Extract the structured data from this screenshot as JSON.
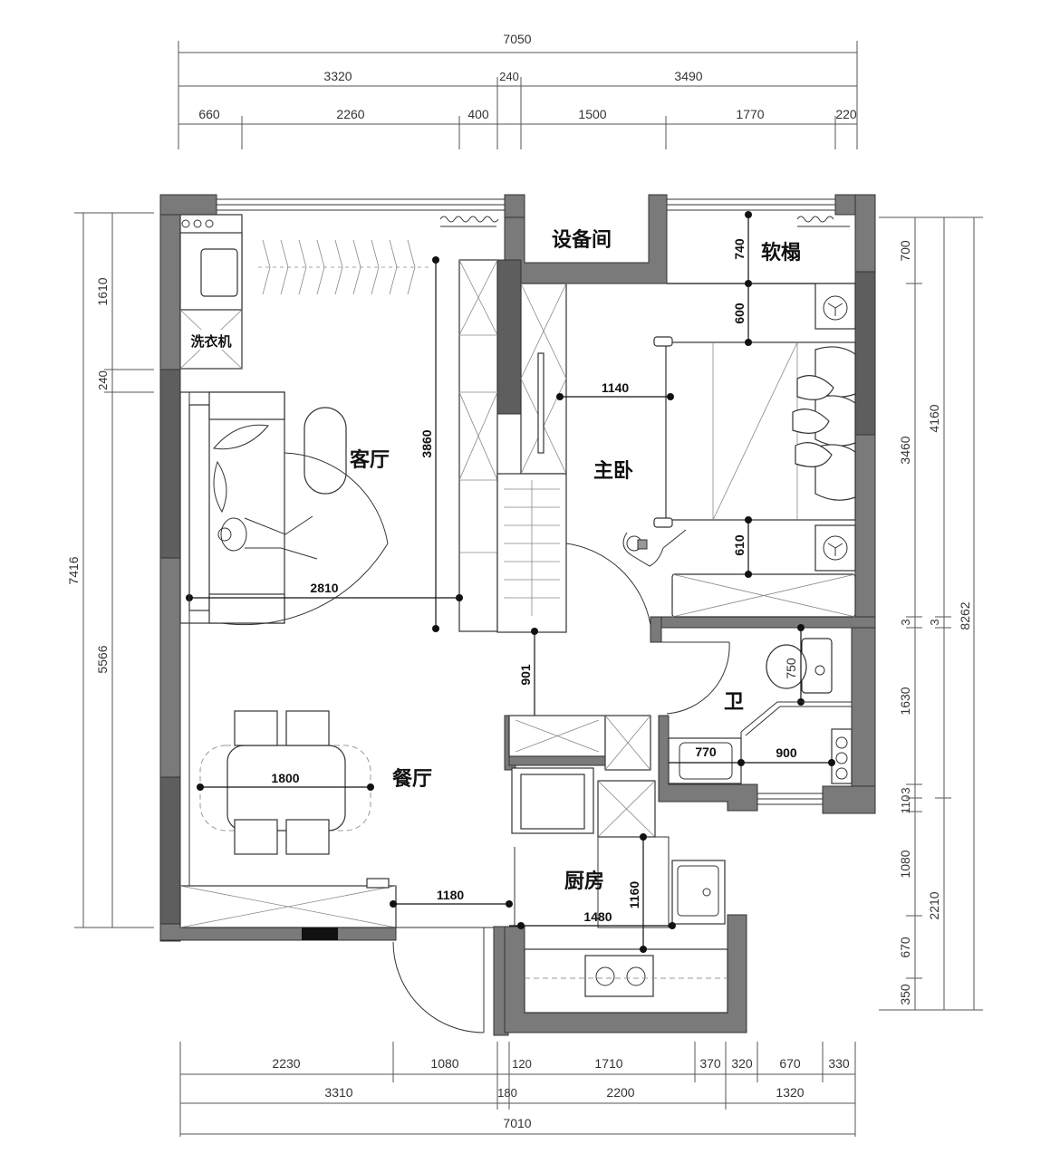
{
  "rooms": {
    "living": "客厅",
    "dining": "餐厅",
    "master_bedroom": "主卧",
    "equipment_room": "设备间",
    "tatami": "软榻",
    "bathroom": "卫",
    "kitchen": "厨房",
    "washer": "洗衣机"
  },
  "dims": {
    "top_total": "7050",
    "top_mid": [
      "3320",
      "240",
      "3490"
    ],
    "top_inner": [
      "660",
      "2260",
      "400",
      "1500",
      "1770",
      "220"
    ],
    "bottom_total": "7010",
    "bottom_mid": [
      "3310",
      "180",
      "2200",
      "1320"
    ],
    "bottom_inner": [
      "2230",
      "1080",
      "120",
      "1710",
      "370",
      "320",
      "670",
      "330"
    ],
    "left_total": "7416",
    "left_parts": [
      "1610",
      "240",
      "5566"
    ],
    "right_total": "8262",
    "right_mid": [
      "4160",
      "3",
      "2210"
    ],
    "right_inner": [
      "700",
      "3460",
      "3",
      "1630",
      "3",
      "110",
      "1080",
      "670",
      "350"
    ]
  },
  "inner_dims": {
    "living_width": "2810",
    "living_depth": "3860",
    "bed_side": "1140",
    "tatami_depth": "740",
    "bedside_top": "600",
    "bedside_bottom": "610",
    "corridor": "901",
    "toilet": "750",
    "basin": "770",
    "shower": "900",
    "dining_table": "1800",
    "kitchen_door": "1180",
    "kitchen_width": "1480",
    "kitchen_depth": "1160"
  }
}
